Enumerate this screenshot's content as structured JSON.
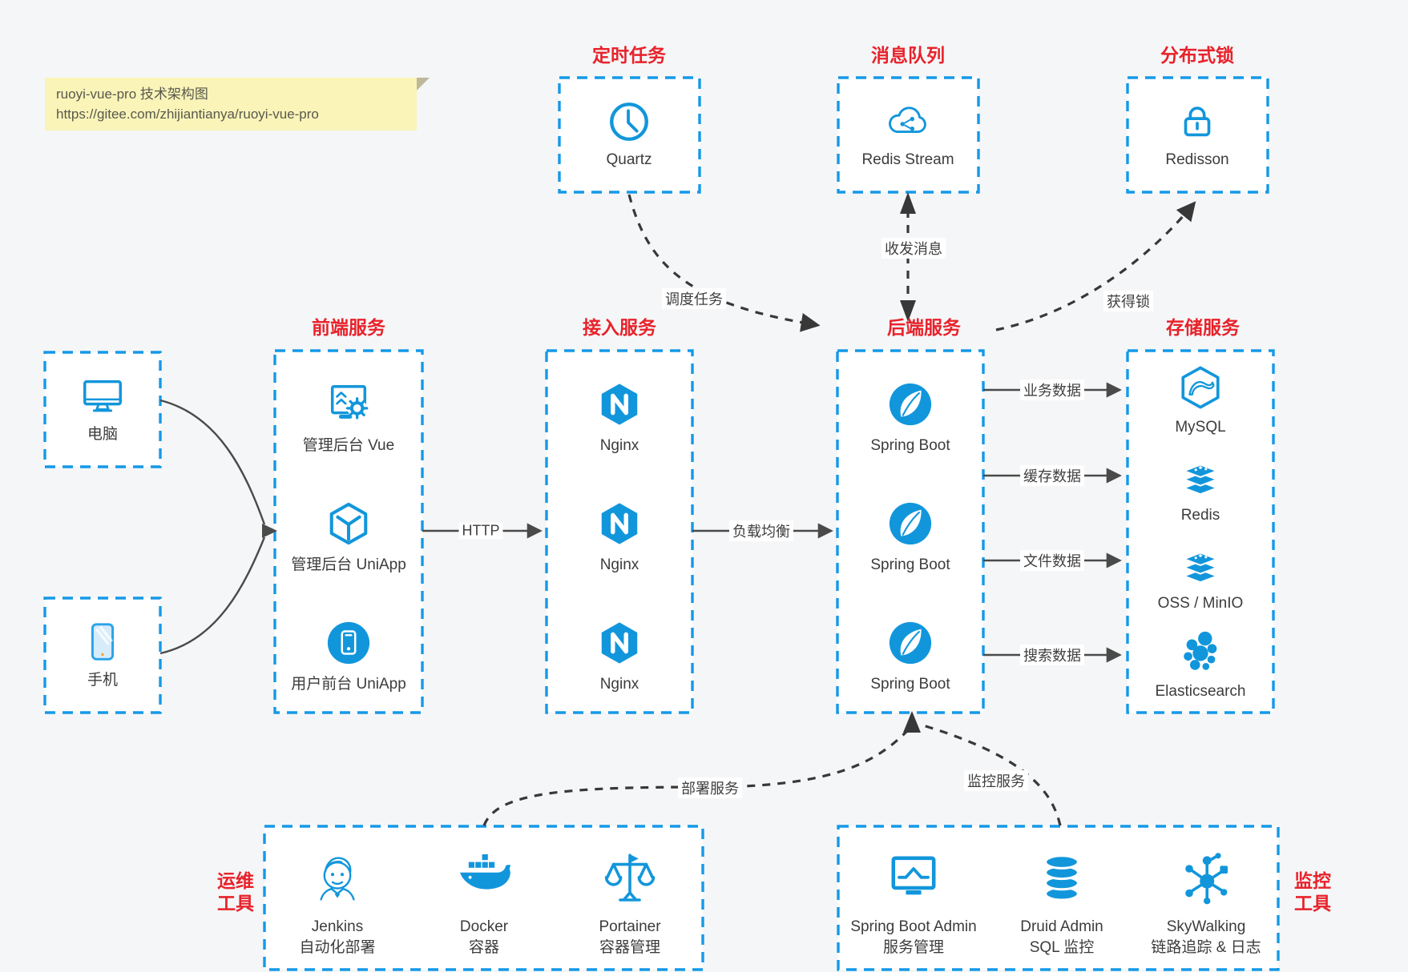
{
  "note": {
    "title": "ruoyi-vue-pro 技术架构图",
    "url": "https://gitee.com/zhijiantianya/ruoyi-vue-pro"
  },
  "section_titles": {
    "scheduled_job": "定时任务",
    "message_queue": "消息队列",
    "distributed_lock": "分布式锁",
    "frontend": "前端服务",
    "access": "接入服务",
    "backend": "后端服务",
    "storage": "存储服务",
    "ops_tools": [
      "运维",
      "工具"
    ],
    "monitor_tools": [
      "监控",
      "工具"
    ]
  },
  "nodes": {
    "quartz": "Quartz",
    "redis_stream": "Redis Stream",
    "redisson": "Redisson",
    "pc": "电脑",
    "phone": "手机",
    "frontend_items": [
      "管理后台 Vue",
      "管理后台 UniApp",
      "用户前台 UniApp"
    ],
    "access_items": [
      "Nginx",
      "Nginx",
      "Nginx"
    ],
    "backend_items": [
      "Spring Boot",
      "Spring Boot",
      "Spring Boot"
    ],
    "storage_items": [
      "MySQL",
      "Redis",
      "OSS / MinIO",
      "Elasticsearch"
    ],
    "ops_items": [
      {
        "name": "Jenkins",
        "desc": "自动化部署"
      },
      {
        "name": "Docker",
        "desc": "容器"
      },
      {
        "name": "Portainer",
        "desc": "容器管理"
      }
    ],
    "monitor_items": [
      {
        "name": "Spring Boot Admin",
        "desc": "服务管理"
      },
      {
        "name": "Druid Admin",
        "desc": "SQL 监控"
      },
      {
        "name": "SkyWalking",
        "desc": "链路追踪 & 日志"
      }
    ]
  },
  "edge_labels": {
    "http": "HTTP",
    "load_balance": "负载均衡",
    "biz_data": "业务数据",
    "cache_data": "缓存数据",
    "file_data": "文件数据",
    "search_data": "搜索数据",
    "schedule_task": "调度任务",
    "send_receive_message": "收发消息",
    "acquire_lock": "获得锁",
    "deploy_service": "部署服务",
    "monitor_service": "监控服务"
  },
  "colors": {
    "accent_blue": "#1296db",
    "border_blue": "#1499e8",
    "title_red": "#e8222b",
    "note_bg": "#faf4b8",
    "arrow_dark": "#4a4a4a"
  }
}
